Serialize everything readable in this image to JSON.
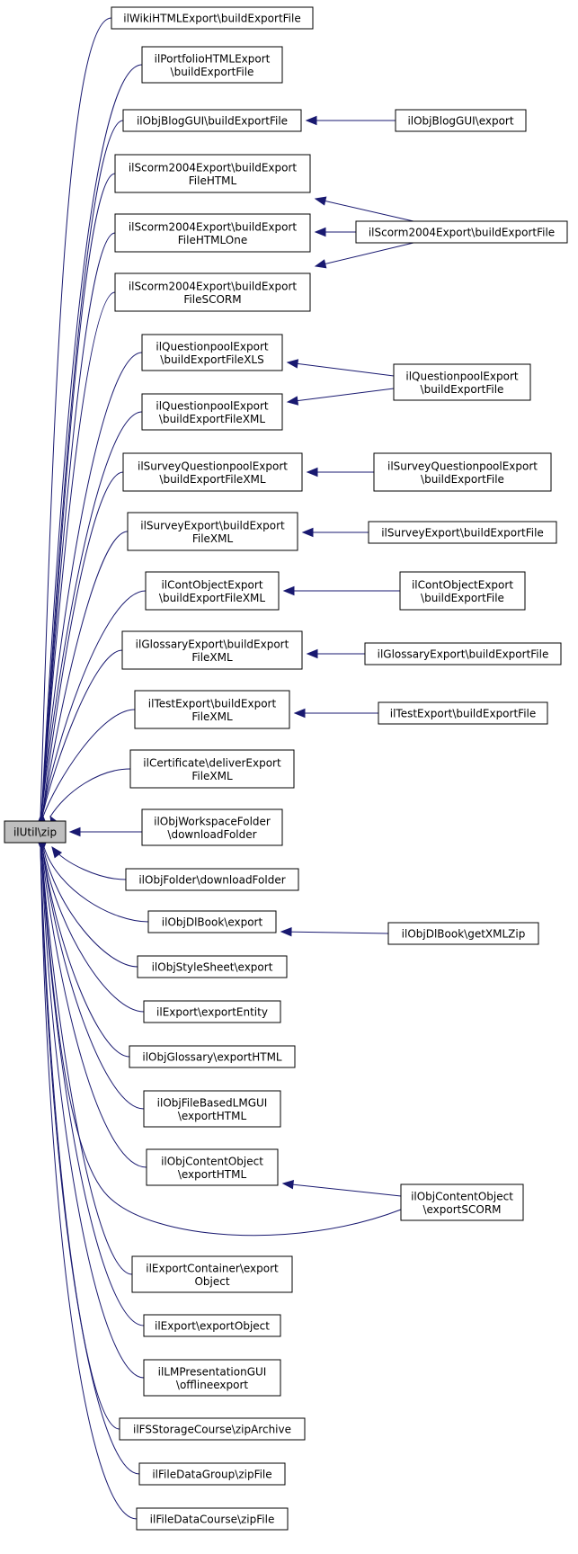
{
  "graph": {
    "title": "",
    "edge_color": "#191970",
    "root_fill": "#bfbfbf",
    "nodes": [
      {
        "id": "root",
        "lines": [
          "ilUtil\\zip"
        ],
        "root": true
      },
      {
        "id": "n01",
        "lines": [
          "ilWikiHTMLExport\\buildExportFile"
        ]
      },
      {
        "id": "n02",
        "lines": [
          "ilPortfolioHTMLExport",
          "\\buildExportFile"
        ]
      },
      {
        "id": "n03",
        "lines": [
          "ilObjBlogGUI\\buildExportFile"
        ]
      },
      {
        "id": "n04",
        "lines": [
          "ilScorm2004Export\\buildExport",
          "FileHTML"
        ]
      },
      {
        "id": "n05",
        "lines": [
          "ilScorm2004Export\\buildExport",
          "FileHTMLOne"
        ]
      },
      {
        "id": "n06",
        "lines": [
          "ilScorm2004Export\\buildExport",
          "FileSCORM"
        ]
      },
      {
        "id": "n07",
        "lines": [
          "ilQuestionpoolExport",
          "\\buildExportFileXLS"
        ]
      },
      {
        "id": "n08",
        "lines": [
          "ilQuestionpoolExport",
          "\\buildExportFileXML"
        ]
      },
      {
        "id": "n09",
        "lines": [
          "ilSurveyQuestionpoolExport",
          "\\buildExportFileXML"
        ]
      },
      {
        "id": "n10",
        "lines": [
          "ilSurveyExport\\buildExport",
          "FileXML"
        ]
      },
      {
        "id": "n11",
        "lines": [
          "ilContObjectExport",
          "\\buildExportFileXML"
        ]
      },
      {
        "id": "n12",
        "lines": [
          "ilGlossaryExport\\buildExport",
          "FileXML"
        ]
      },
      {
        "id": "n13",
        "lines": [
          "ilTestExport\\buildExport",
          "FileXML"
        ]
      },
      {
        "id": "n14",
        "lines": [
          "ilCertificate\\deliverExport",
          "FileXML"
        ]
      },
      {
        "id": "n15",
        "lines": [
          "ilObjWorkspaceFolder",
          "\\downloadFolder"
        ]
      },
      {
        "id": "n16",
        "lines": [
          "ilObjFolder\\downloadFolder"
        ]
      },
      {
        "id": "n17",
        "lines": [
          "ilObjDlBook\\export"
        ]
      },
      {
        "id": "n18",
        "lines": [
          "ilObjStyleSheet\\export"
        ]
      },
      {
        "id": "n19",
        "lines": [
          "ilExport\\exportEntity"
        ]
      },
      {
        "id": "n20",
        "lines": [
          "ilObjGlossary\\exportHTML"
        ]
      },
      {
        "id": "n21",
        "lines": [
          "ilObjFileBasedLMGUI",
          "\\exportHTML"
        ]
      },
      {
        "id": "n22",
        "lines": [
          "ilObjContentObject",
          "\\exportHTML"
        ]
      },
      {
        "id": "n23",
        "lines": [
          "ilExportContainer\\export",
          "Object"
        ]
      },
      {
        "id": "n24",
        "lines": [
          "ilExport\\exportObject"
        ]
      },
      {
        "id": "n25",
        "lines": [
          "ilLMPresentationGUI",
          "\\offlineexport"
        ]
      },
      {
        "id": "n26",
        "lines": [
          "ilFSStorageCourse\\zipArchive"
        ]
      },
      {
        "id": "n27",
        "lines": [
          "ilFileDataGroup\\zipFile"
        ]
      },
      {
        "id": "n28",
        "lines": [
          "ilFileDataCourse\\zipFile"
        ]
      },
      {
        "id": "r01",
        "lines": [
          "ilObjBlogGUI\\export"
        ]
      },
      {
        "id": "r02",
        "lines": [
          "ilScorm2004Export\\buildExportFile"
        ]
      },
      {
        "id": "r03",
        "lines": [
          "ilQuestionpoolExport",
          "\\buildExportFile"
        ]
      },
      {
        "id": "r04",
        "lines": [
          "ilSurveyQuestionpoolExport",
          "\\buildExportFile"
        ]
      },
      {
        "id": "r05",
        "lines": [
          "ilSurveyExport\\buildExportFile"
        ]
      },
      {
        "id": "r06",
        "lines": [
          "ilContObjectExport",
          "\\buildExportFile"
        ]
      },
      {
        "id": "r07",
        "lines": [
          "ilGlossaryExport\\buildExportFile"
        ]
      },
      {
        "id": "r08",
        "lines": [
          "ilTestExport\\buildExportFile"
        ]
      },
      {
        "id": "r09",
        "lines": [
          "ilObjDlBook\\getXMLZip"
        ]
      },
      {
        "id": "r10",
        "lines": [
          "ilObjContentObject",
          "\\exportSCORM"
        ]
      }
    ],
    "edges": [
      {
        "from": "n01",
        "to": "root"
      },
      {
        "from": "n02",
        "to": "root"
      },
      {
        "from": "n03",
        "to": "root"
      },
      {
        "from": "n04",
        "to": "root"
      },
      {
        "from": "n05",
        "to": "root"
      },
      {
        "from": "n06",
        "to": "root"
      },
      {
        "from": "n07",
        "to": "root"
      },
      {
        "from": "n08",
        "to": "root"
      },
      {
        "from": "n09",
        "to": "root"
      },
      {
        "from": "n10",
        "to": "root"
      },
      {
        "from": "n11",
        "to": "root"
      },
      {
        "from": "n12",
        "to": "root"
      },
      {
        "from": "n13",
        "to": "root"
      },
      {
        "from": "n14",
        "to": "root"
      },
      {
        "from": "n15",
        "to": "root"
      },
      {
        "from": "n16",
        "to": "root"
      },
      {
        "from": "n17",
        "to": "root"
      },
      {
        "from": "n18",
        "to": "root"
      },
      {
        "from": "n19",
        "to": "root"
      },
      {
        "from": "n20",
        "to": "root"
      },
      {
        "from": "n21",
        "to": "root"
      },
      {
        "from": "n22",
        "to": "root"
      },
      {
        "from": "n23",
        "to": "root"
      },
      {
        "from": "n24",
        "to": "root"
      },
      {
        "from": "n25",
        "to": "root"
      },
      {
        "from": "n26",
        "to": "root"
      },
      {
        "from": "n27",
        "to": "root"
      },
      {
        "from": "n28",
        "to": "root"
      },
      {
        "from": "r10",
        "to": "root"
      },
      {
        "from": "r01",
        "to": "n03"
      },
      {
        "from": "r02",
        "to": "n04"
      },
      {
        "from": "r02",
        "to": "n05"
      },
      {
        "from": "r02",
        "to": "n06"
      },
      {
        "from": "r03",
        "to": "n07"
      },
      {
        "from": "r03",
        "to": "n08"
      },
      {
        "from": "r04",
        "to": "n09"
      },
      {
        "from": "r05",
        "to": "n10"
      },
      {
        "from": "r06",
        "to": "n11"
      },
      {
        "from": "r07",
        "to": "n12"
      },
      {
        "from": "r08",
        "to": "n13"
      },
      {
        "from": "r09",
        "to": "n17"
      },
      {
        "from": "r10",
        "to": "n22"
      }
    ]
  }
}
